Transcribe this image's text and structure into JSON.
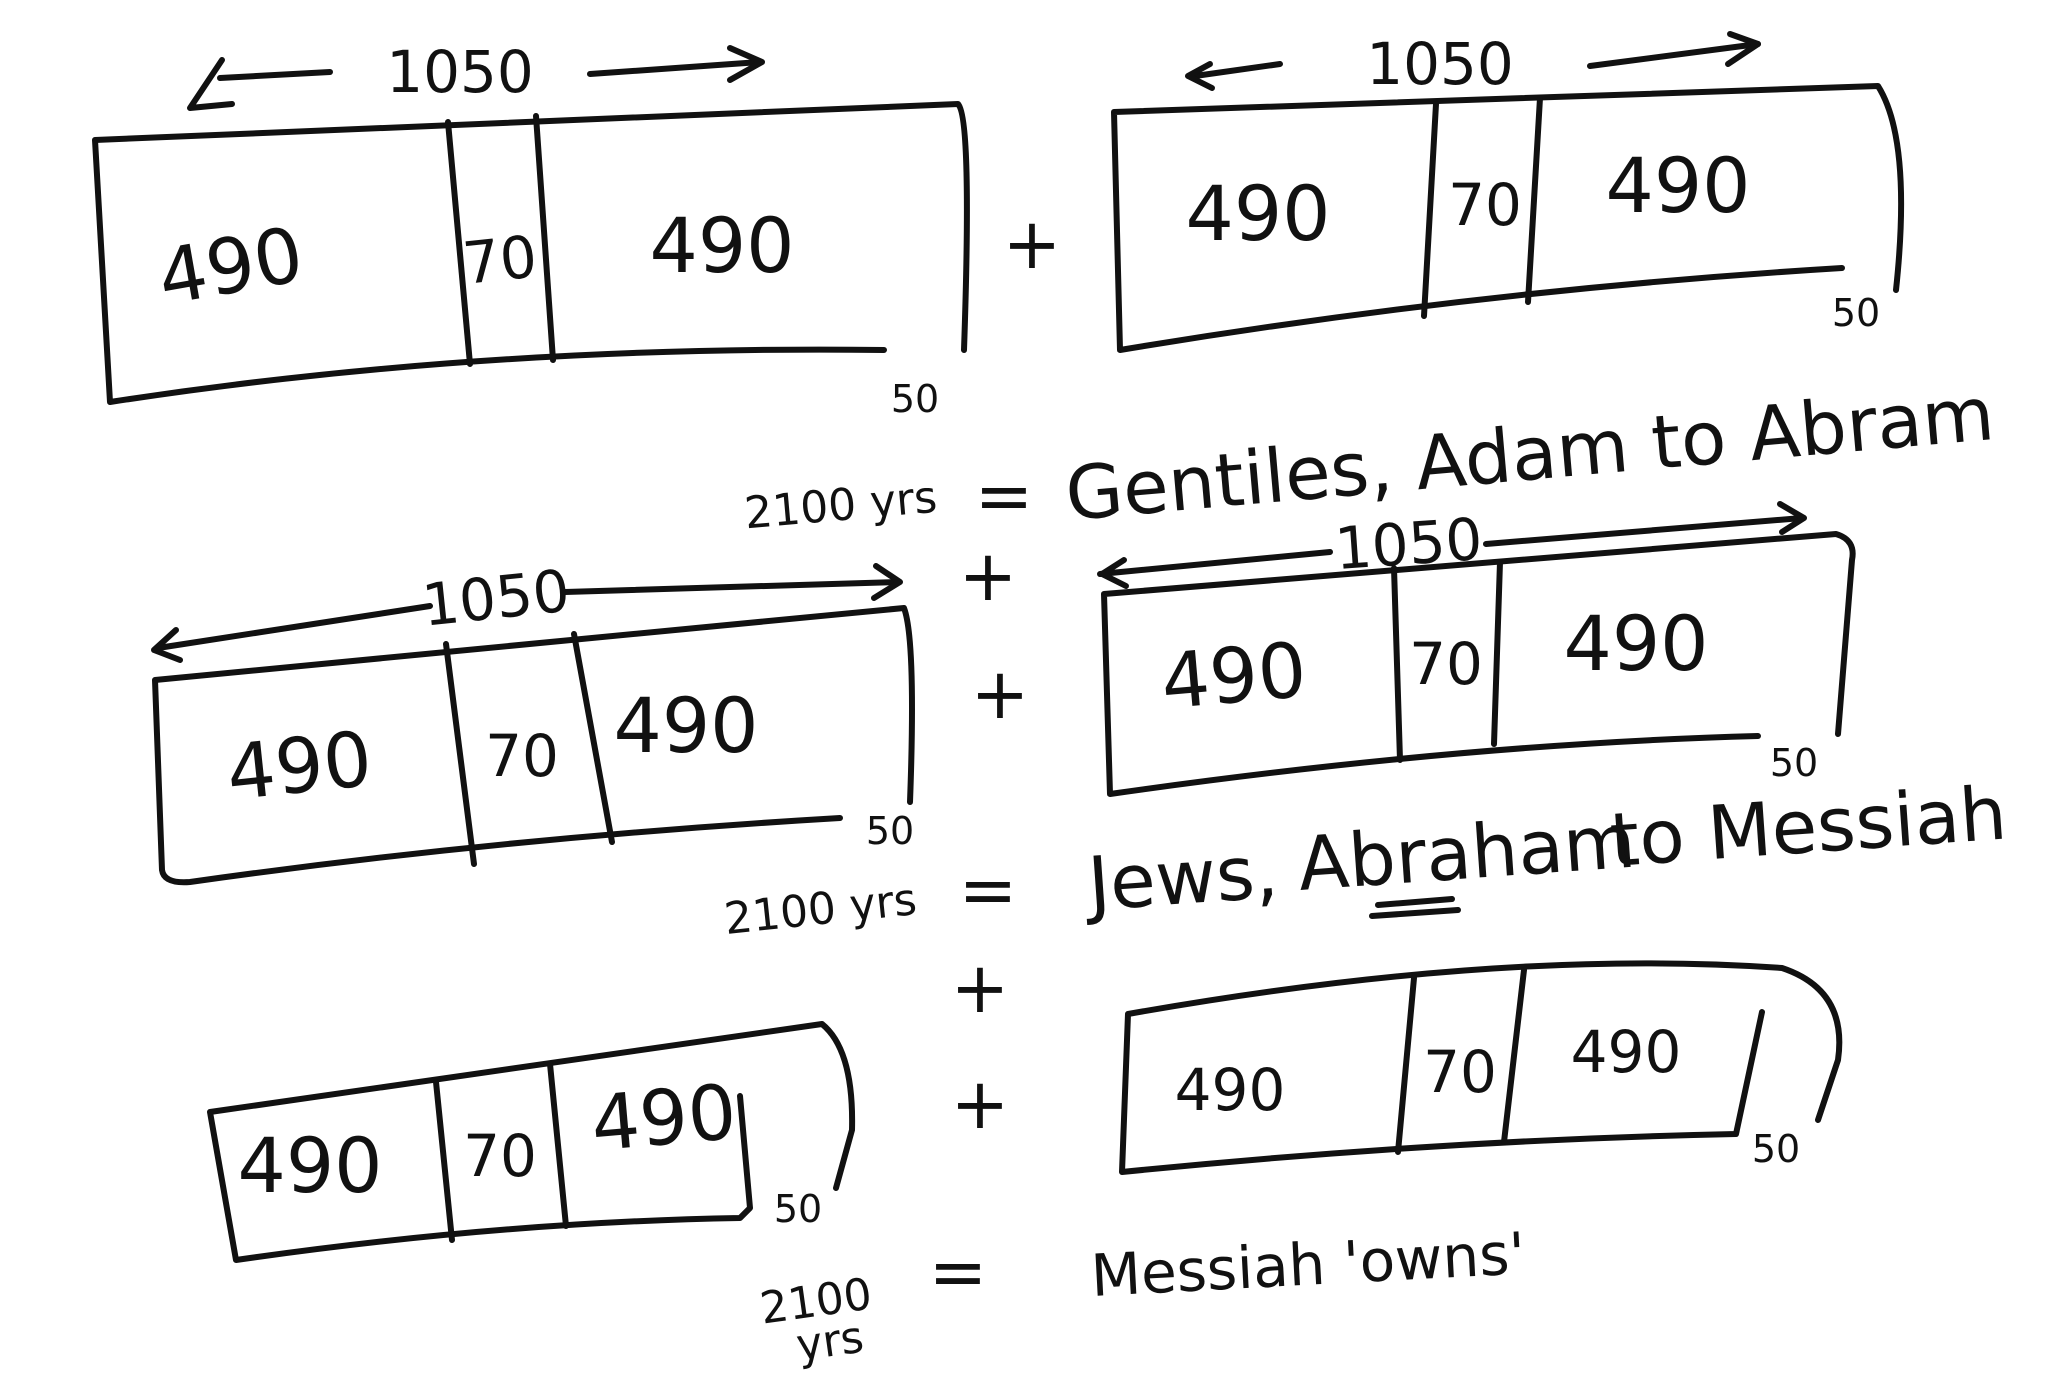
{
  "rows": [
    {
      "id": "gentiles",
      "left_block": {
        "span": "1050",
        "segments": [
          "490",
          "70",
          "490"
        ],
        "tail": "50"
      },
      "right_block": {
        "span": "1050",
        "segments": [
          "490",
          "70",
          "490"
        ],
        "tail": "50"
      },
      "joiner": "+",
      "total": "2100 yrs",
      "equals": "=",
      "meaning": "Gentiles, Adam to Abram"
    },
    {
      "id": "jews",
      "left_block": {
        "span": "1050",
        "segments": [
          "490",
          "70",
          "490"
        ],
        "tail": "50"
      },
      "right_block": {
        "span": "1050",
        "segments": [
          "490",
          "70",
          "490"
        ],
        "tail": "50"
      },
      "joiner": "+",
      "total": "2100 yrs",
      "equals": "=",
      "meaning_prefix": "Jews,",
      "meaning_underlined": "Abraham",
      "meaning_suffix": "to Messiah"
    },
    {
      "id": "messiah",
      "left_block": {
        "segments": [
          "490",
          "70",
          "490"
        ],
        "tail": "50"
      },
      "right_block": {
        "segments": [
          "490",
          "70",
          "490"
        ],
        "tail": "50"
      },
      "joiner": "+",
      "total_top": "2100",
      "total_bottom": "yrs",
      "equals": "=",
      "meaning": "Messiah 'owns'"
    }
  ],
  "between_rows": [
    "+",
    "+"
  ]
}
